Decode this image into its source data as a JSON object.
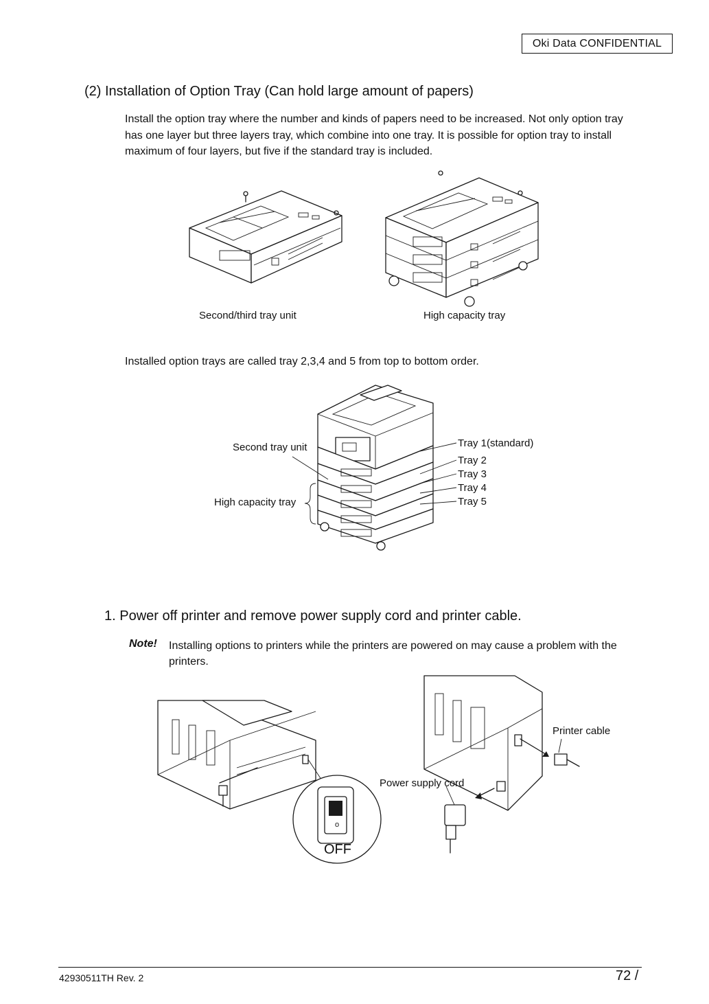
{
  "header": {
    "confidential": "Oki  Data  CONFIDENTIAL"
  },
  "section": {
    "heading": "(2)  Installation of Option Tray (Can hold large amount of papers)",
    "intro": "Install the option tray where the number and kinds of papers need to be increased. Not only option tray has one layer but three layers tray, which combine into one tray. It is possible for option tray to install maximum of four layers, but five if the standard tray is included."
  },
  "figure1": {
    "caption_left": "Second/third tray unit",
    "caption_right": "High capacity tray"
  },
  "tray_order_text": "Installed option trays are called tray 2,3,4 and 5 from top to bottom order.",
  "figure2": {
    "label_second_tray": "Second tray unit",
    "label_high_capacity": "High capacity tray",
    "trays": [
      "Tray 1(standard)",
      "Tray 2",
      "Tray 3",
      "Tray 4",
      "Tray 5"
    ]
  },
  "step1": {
    "text": "1.  Power off printer and remove power supply cord and printer cable.",
    "note_label": "Note!",
    "note_text": "Installing options to printers while the printers are powered on may cause a problem with the printers."
  },
  "figure3": {
    "off_label": "OFF",
    "printer_cable": "Printer cable",
    "power_cord": "Power supply cord"
  },
  "footer": {
    "doc_id": "42930511TH  Rev. 2",
    "page": "72 /"
  }
}
